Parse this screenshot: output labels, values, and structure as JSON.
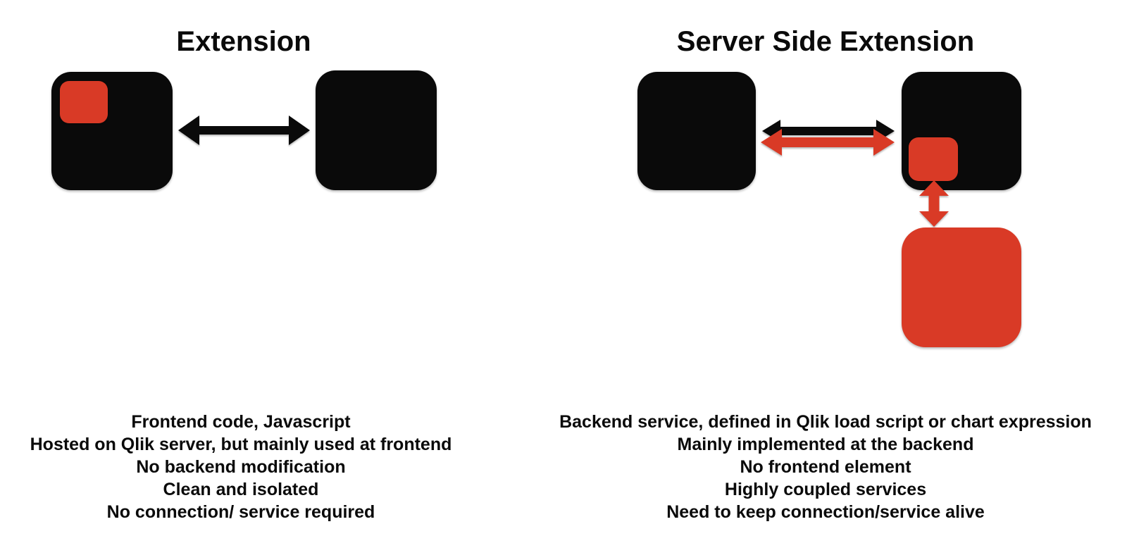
{
  "colors": {
    "black": "#0a0a0a",
    "red": "#d93a26"
  },
  "left_panel": {
    "title": "Extension",
    "notes": [
      "Frontend code, Javascript",
      "Hosted on Qlik server, but mainly used at frontend",
      "No backend modification",
      "Clean and isolated",
      "No connection/ service required"
    ]
  },
  "right_panel": {
    "title": "Server Side Extension",
    "notes": [
      "Backend service, defined in Qlik load script or chart expression",
      "Mainly implemented at the backend",
      "No frontend element",
      "Highly coupled services",
      "Need to keep connection/service alive"
    ]
  }
}
